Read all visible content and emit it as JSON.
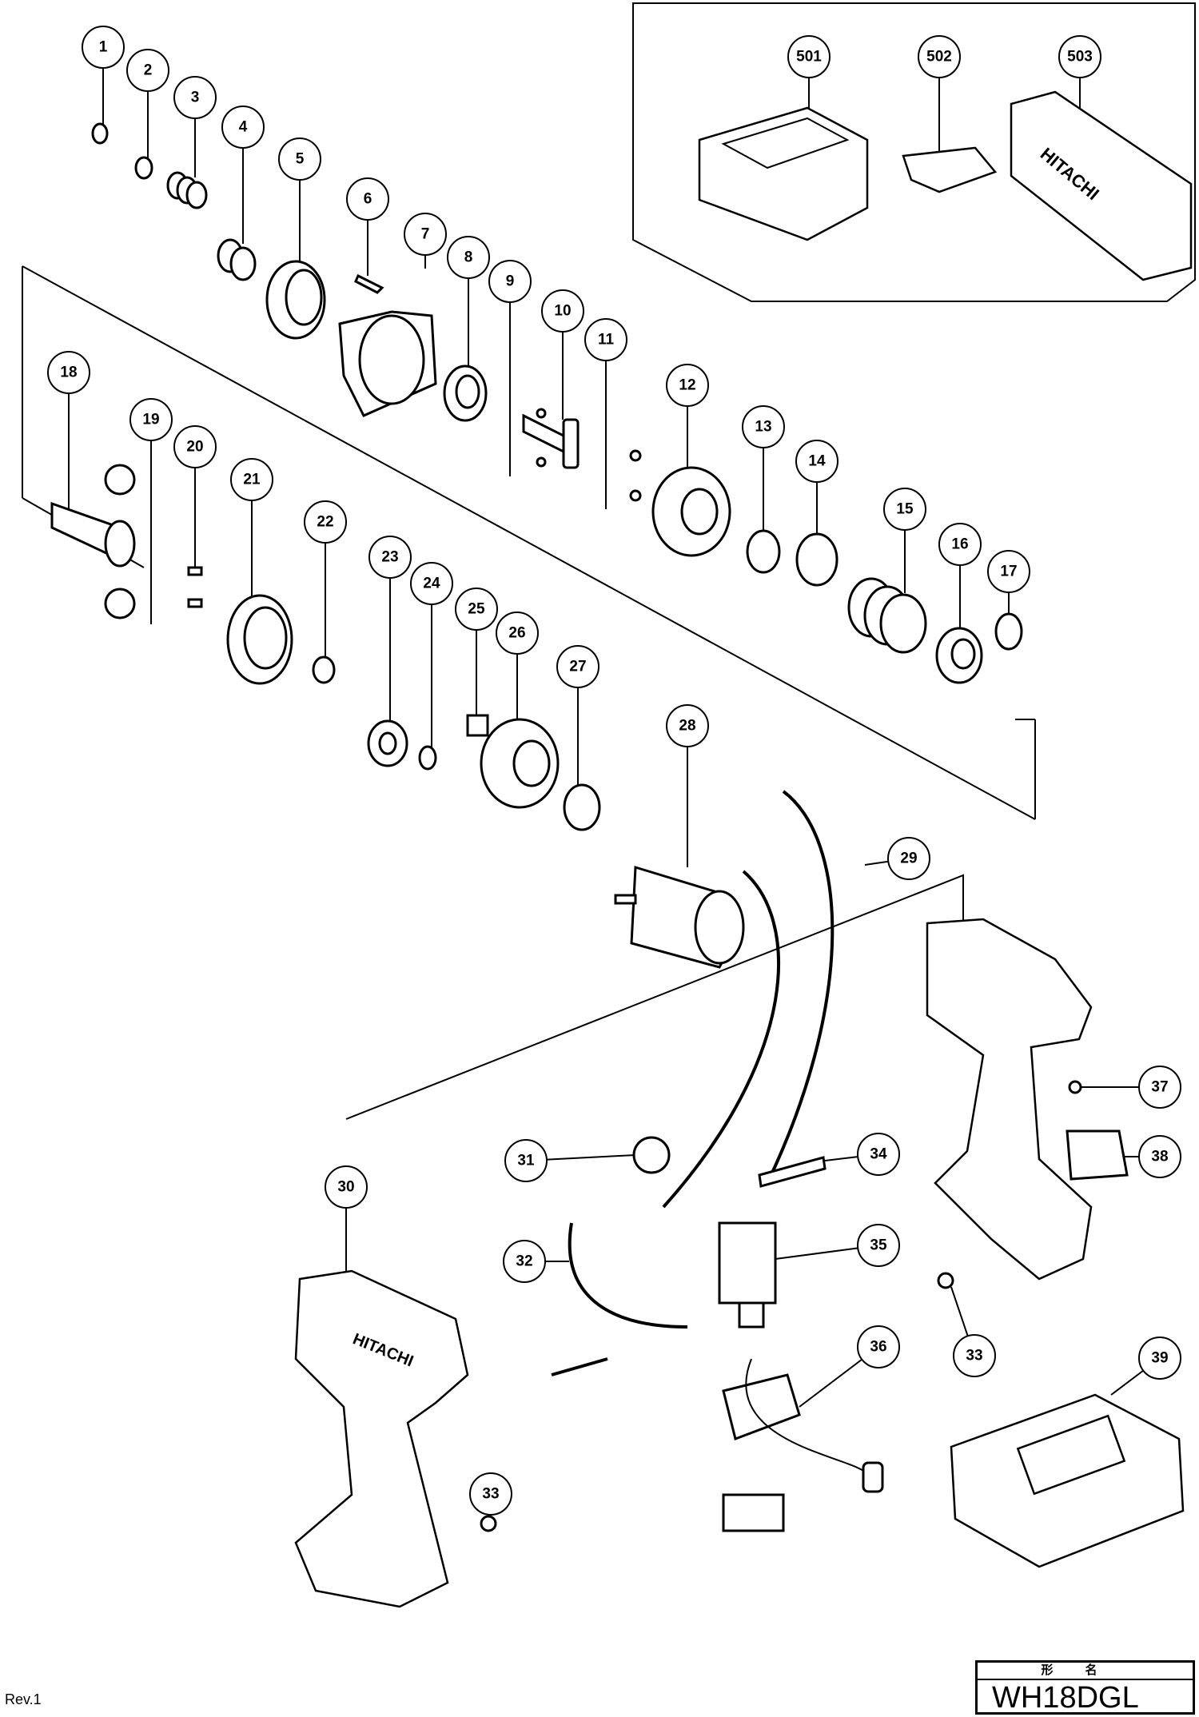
{
  "diagram": {
    "callouts": [
      "1",
      "2",
      "3",
      "4",
      "5",
      "6",
      "7",
      "8",
      "9",
      "10",
      "11",
      "12",
      "13",
      "14",
      "15",
      "16",
      "17",
      "18",
      "19",
      "20",
      "21",
      "22",
      "23",
      "24",
      "25",
      "26",
      "27",
      "28",
      "29",
      "30",
      "31",
      "32",
      "33",
      "33",
      "34",
      "35",
      "36",
      "37",
      "38",
      "39",
      "501",
      "502",
      "503"
    ],
    "brand_on_parts": "HITACHI"
  },
  "title_block": {
    "header": "形名",
    "model": "WH18DGL"
  },
  "revision": "Rev.1"
}
